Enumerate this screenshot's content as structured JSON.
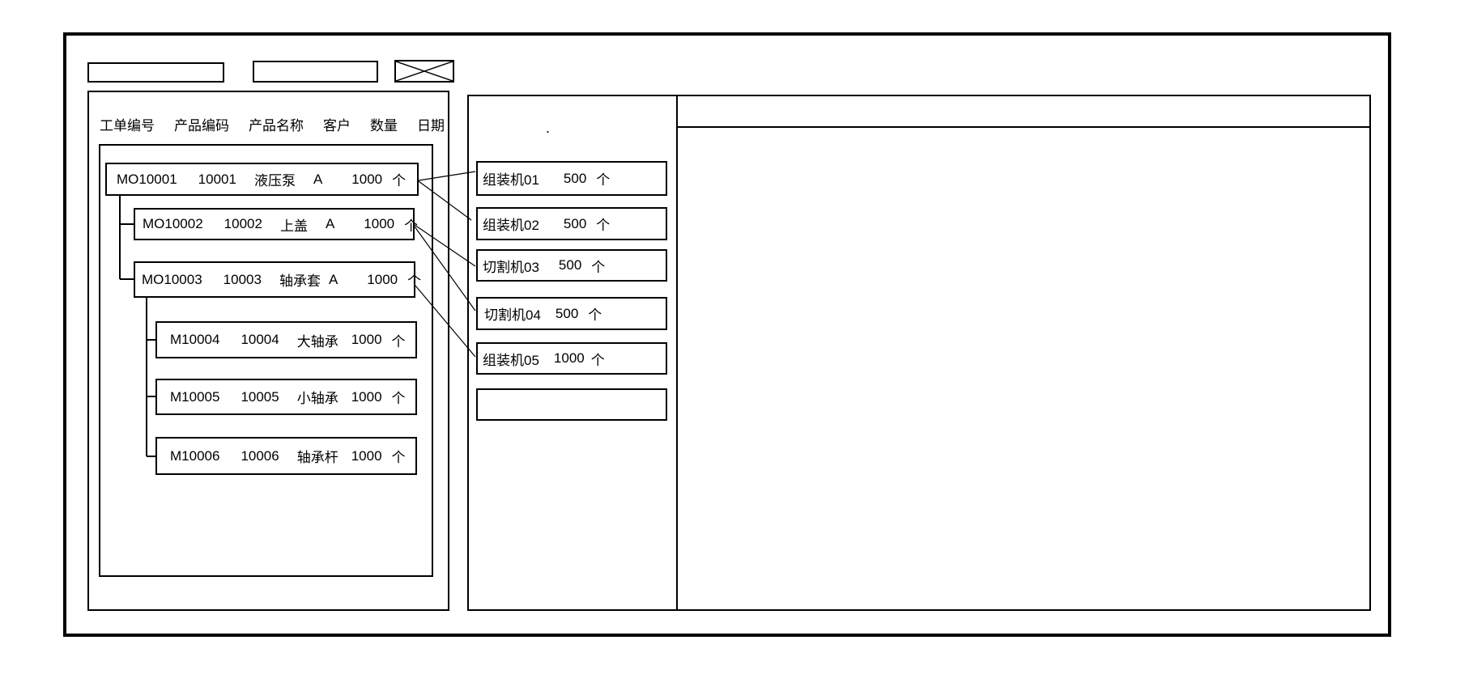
{
  "colors": {
    "line": "#000000",
    "background": "#ffffff"
  },
  "toolbar": {
    "input1_value": "",
    "input2_value": ""
  },
  "work_order_panel": {
    "columns": [
      "工单编号",
      "产品编码",
      "产品名称",
      "客户",
      "数量",
      "日期"
    ],
    "orders": [
      {
        "order_no": "MO10001",
        "product_code": "10001",
        "product_name": "液压泵",
        "customer": "A",
        "quantity": "1000",
        "unit": "个"
      },
      {
        "order_no": "MO10002",
        "product_code": "10002",
        "product_name": "上盖",
        "customer": "A",
        "quantity": "1000",
        "unit": "个"
      },
      {
        "order_no": "MO10003",
        "product_code": "10003",
        "product_name": "轴承套",
        "customer": "A",
        "quantity": "1000",
        "unit": "个"
      },
      {
        "order_no": "M10004",
        "product_code": "10004",
        "product_name": "大轴承",
        "customer": "",
        "quantity": "1000",
        "unit": "个"
      },
      {
        "order_no": "M10005",
        "product_code": "10005",
        "product_name": "小轴承",
        "customer": "",
        "quantity": "1000",
        "unit": "个"
      },
      {
        "order_no": "M10006",
        "product_code": "10006",
        "product_name": "轴承杆",
        "customer": "",
        "quantity": "1000",
        "unit": "个"
      }
    ]
  },
  "machine_panel": {
    "stray_mark": ".",
    "machines": [
      {
        "name": "组装机01",
        "quantity": "500",
        "unit": "个"
      },
      {
        "name": "组装机02",
        "quantity": "500",
        "unit": "个"
      },
      {
        "name": "切割机03",
        "quantity": "500",
        "unit": "个"
      },
      {
        "name": "切割机04",
        "quantity": "500",
        "unit": "个"
      },
      {
        "name": "组装机05",
        "quantity": "1000",
        "unit": "个"
      },
      {
        "name": "",
        "quantity": "",
        "unit": ""
      }
    ]
  },
  "links": [
    {
      "from": "MO10001",
      "to": "组装机01"
    },
    {
      "from": "MO10001",
      "to": "组装机02"
    },
    {
      "from": "MO10002",
      "to": "切割机03"
    },
    {
      "from": "MO10002",
      "to": "切割机04"
    },
    {
      "from": "MO10003",
      "to": "组装机05"
    }
  ]
}
